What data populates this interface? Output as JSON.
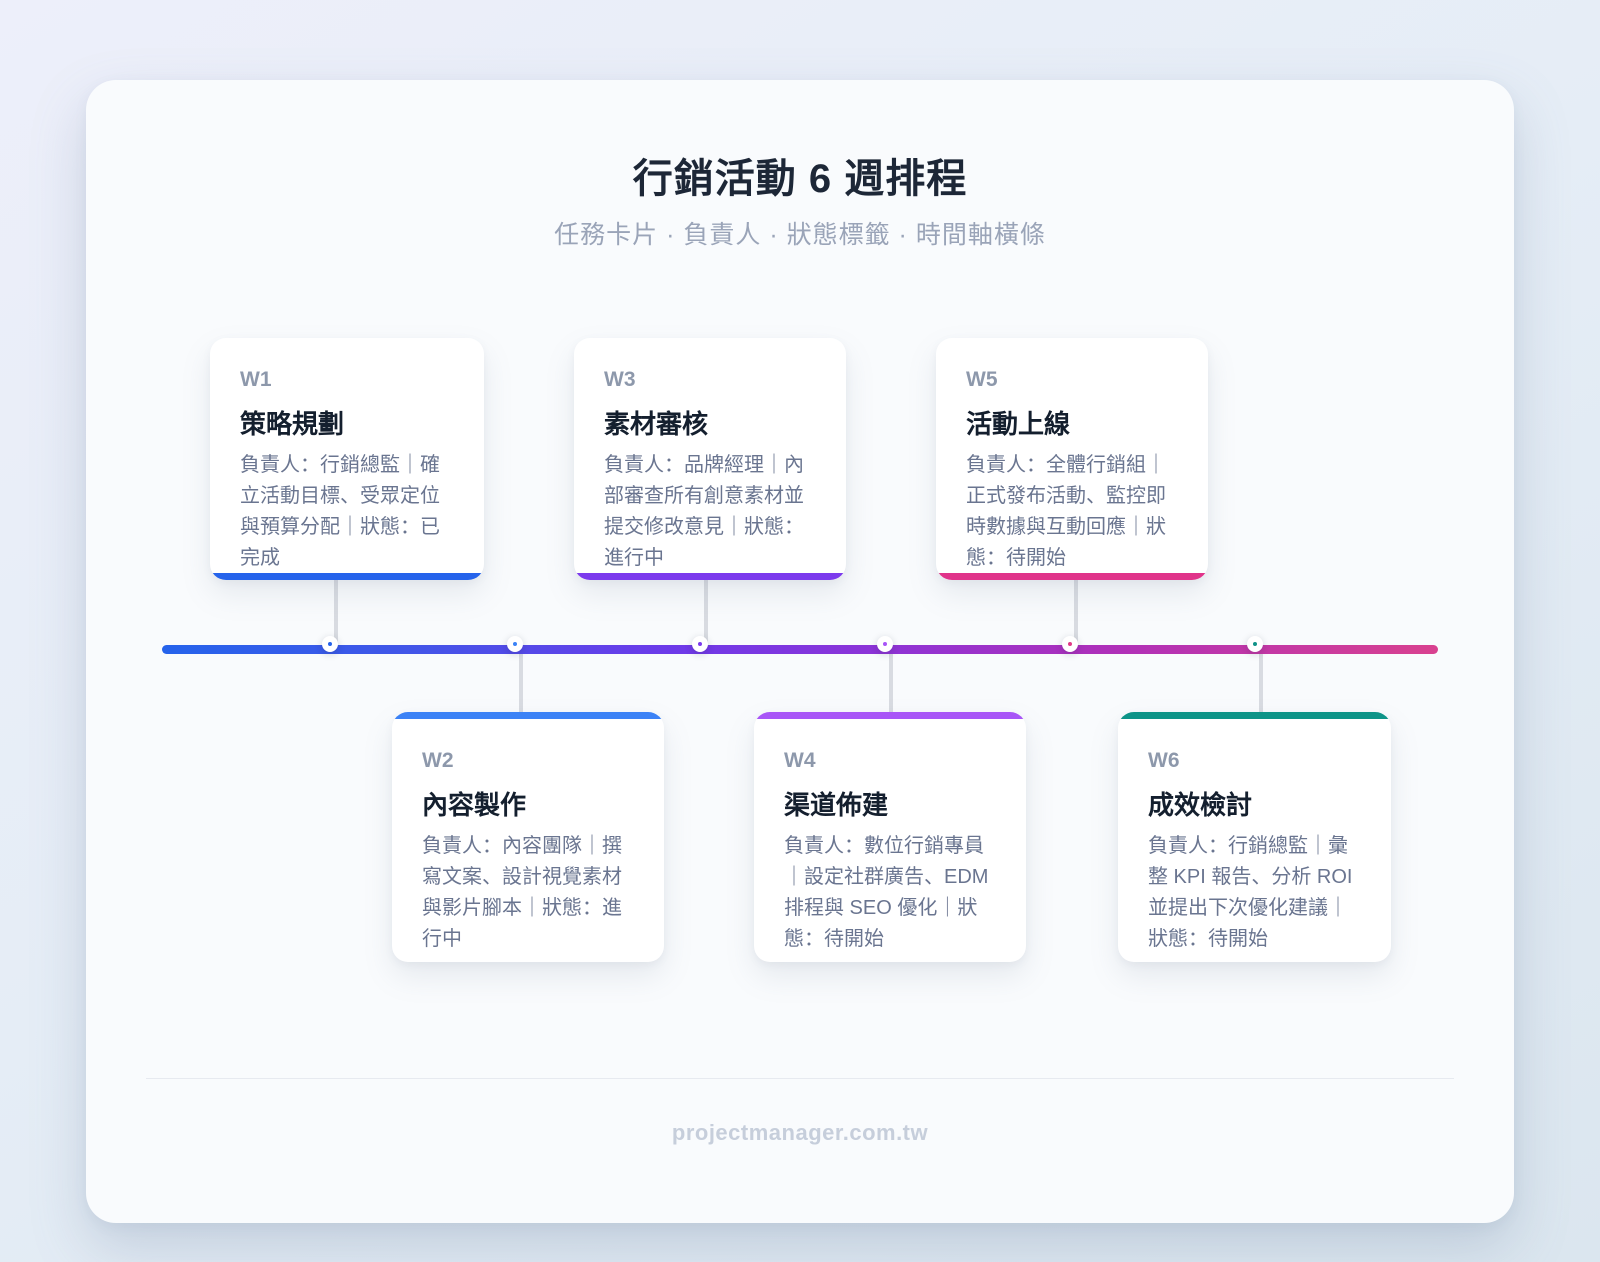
{
  "header": {
    "title": "行銷活動 6 週排程",
    "subtitle": "任務卡片 · 負責人 · 狀態標籤 · 時間軸橫條"
  },
  "cards": [
    {
      "week": "W1",
      "title": "策略規劃",
      "desc": "負責人：行銷總監｜確立活動目標、受眾定位與預算分配｜狀態：已完成",
      "accent": "#2563eb"
    },
    {
      "week": "W2",
      "title": "內容製作",
      "desc": "負責人：內容團隊｜撰寫文案、設計視覺素材與影片腳本｜狀態：進行中",
      "accent": "#3b82f6"
    },
    {
      "week": "W3",
      "title": "素材審核",
      "desc": "負責人：品牌經理｜內部審查所有創意素材並提交修改意見｜狀態：進行中",
      "accent": "#7c3aed"
    },
    {
      "week": "W4",
      "title": "渠道佈建",
      "desc": "負責人：數位行銷專員｜設定社群廣告、EDM 排程與 SEO 優化｜狀態：待開始",
      "accent": "#a855f7"
    },
    {
      "week": "W5",
      "title": "活動上線",
      "desc": "負責人：全體行銷組｜正式發布活動、監控即時數據與互動回應｜狀態：待開始",
      "accent": "#e0338a"
    },
    {
      "week": "W6",
      "title": "成效檢討",
      "desc": "負責人：行銷總監｜彙整 KPI 報告、分析 ROI 並提出下次優化建議｜狀態：待開始",
      "accent": "#0d9488"
    }
  ],
  "timeline": {
    "gradient": [
      "#2563eb",
      "#6d3ae9",
      "#8b34d8",
      "#b030b8",
      "#d9418f"
    ],
    "dots": [
      {
        "week": "W1",
        "color": "#2563eb"
      },
      {
        "week": "W2",
        "color": "#3b82f6"
      },
      {
        "week": "W3",
        "color": "#7c3aed"
      },
      {
        "week": "W4",
        "color": "#a855f7"
      },
      {
        "week": "W5",
        "color": "#e03a86"
      },
      {
        "week": "W6",
        "color": "#109288"
      }
    ]
  },
  "footer": {
    "text": "projectmanager.com.tw"
  }
}
